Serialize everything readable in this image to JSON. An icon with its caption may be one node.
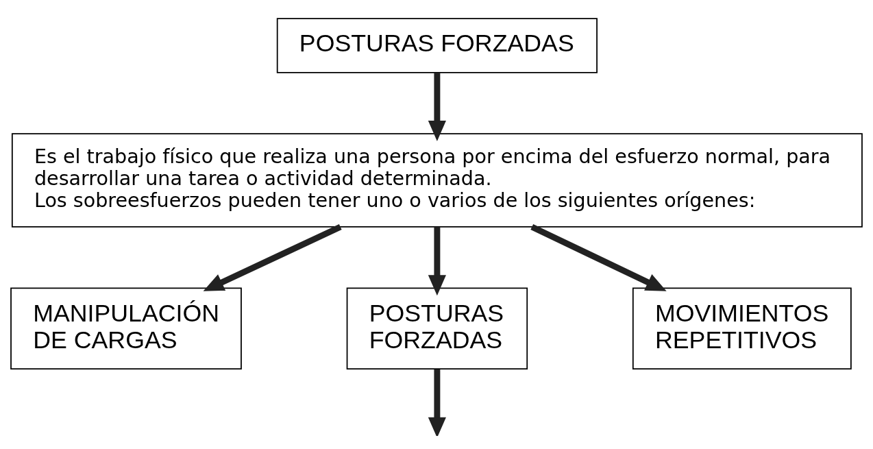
{
  "diagram": {
    "nodes": [
      {
        "text": [
          "POSTURAS FORZADAS"
        ]
      },
      {
        "text": [
          "Es el trabajo físico que realiza una persona por encima del esfuerzo normal, para desarrollar una tarea o actividad determinada.",
          "Los sobreesfuerzos pueden tener uno o varios de los siguientes orígenes:"
        ]
      },
      {
        "text": [
          "MANIPULACIÓN DE CARGAS"
        ]
      },
      {
        "text": [
          "POSTURAS FORZADAS"
        ]
      },
      {
        "text": [
          "MOVIMIENTOS REPETITIVOS"
        ]
      }
    ],
    "edges": [
      {
        "from": 0,
        "to": 1,
        "arrow": "to"
      },
      {
        "from": 1,
        "to": 2,
        "arrow": "to"
      },
      {
        "from": 1,
        "to": 3,
        "arrow": "to"
      },
      {
        "from": 1,
        "to": 4,
        "arrow": "to"
      },
      {
        "from": 3,
        "to": null,
        "arrow": "to"
      }
    ]
  }
}
